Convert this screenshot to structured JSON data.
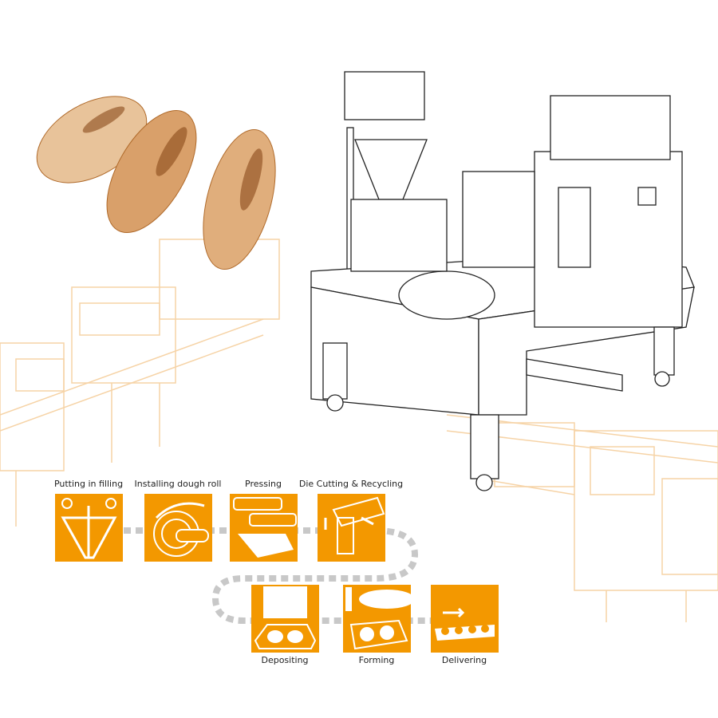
{
  "steps": [
    {
      "label": "Putting  in filling",
      "icon": "filling-hopper-icon"
    },
    {
      "label": "Installing dough roll",
      "icon": "dough-roll-icon"
    },
    {
      "label": "Pressing",
      "icon": "pressing-rollers-icon"
    },
    {
      "label": "Die Cutting & Recycling",
      "icon": "die-cutting-icon"
    },
    {
      "label": "Depositing",
      "icon": "depositing-icon"
    },
    {
      "label": "Forming",
      "icon": "forming-icon"
    },
    {
      "label": "Delivering",
      "icon": "delivering-icon"
    }
  ],
  "colors": {
    "accent": "#F39800",
    "path": "#C8C8C8",
    "background_line": "#F6D3A6",
    "machine_line": "#222222"
  }
}
